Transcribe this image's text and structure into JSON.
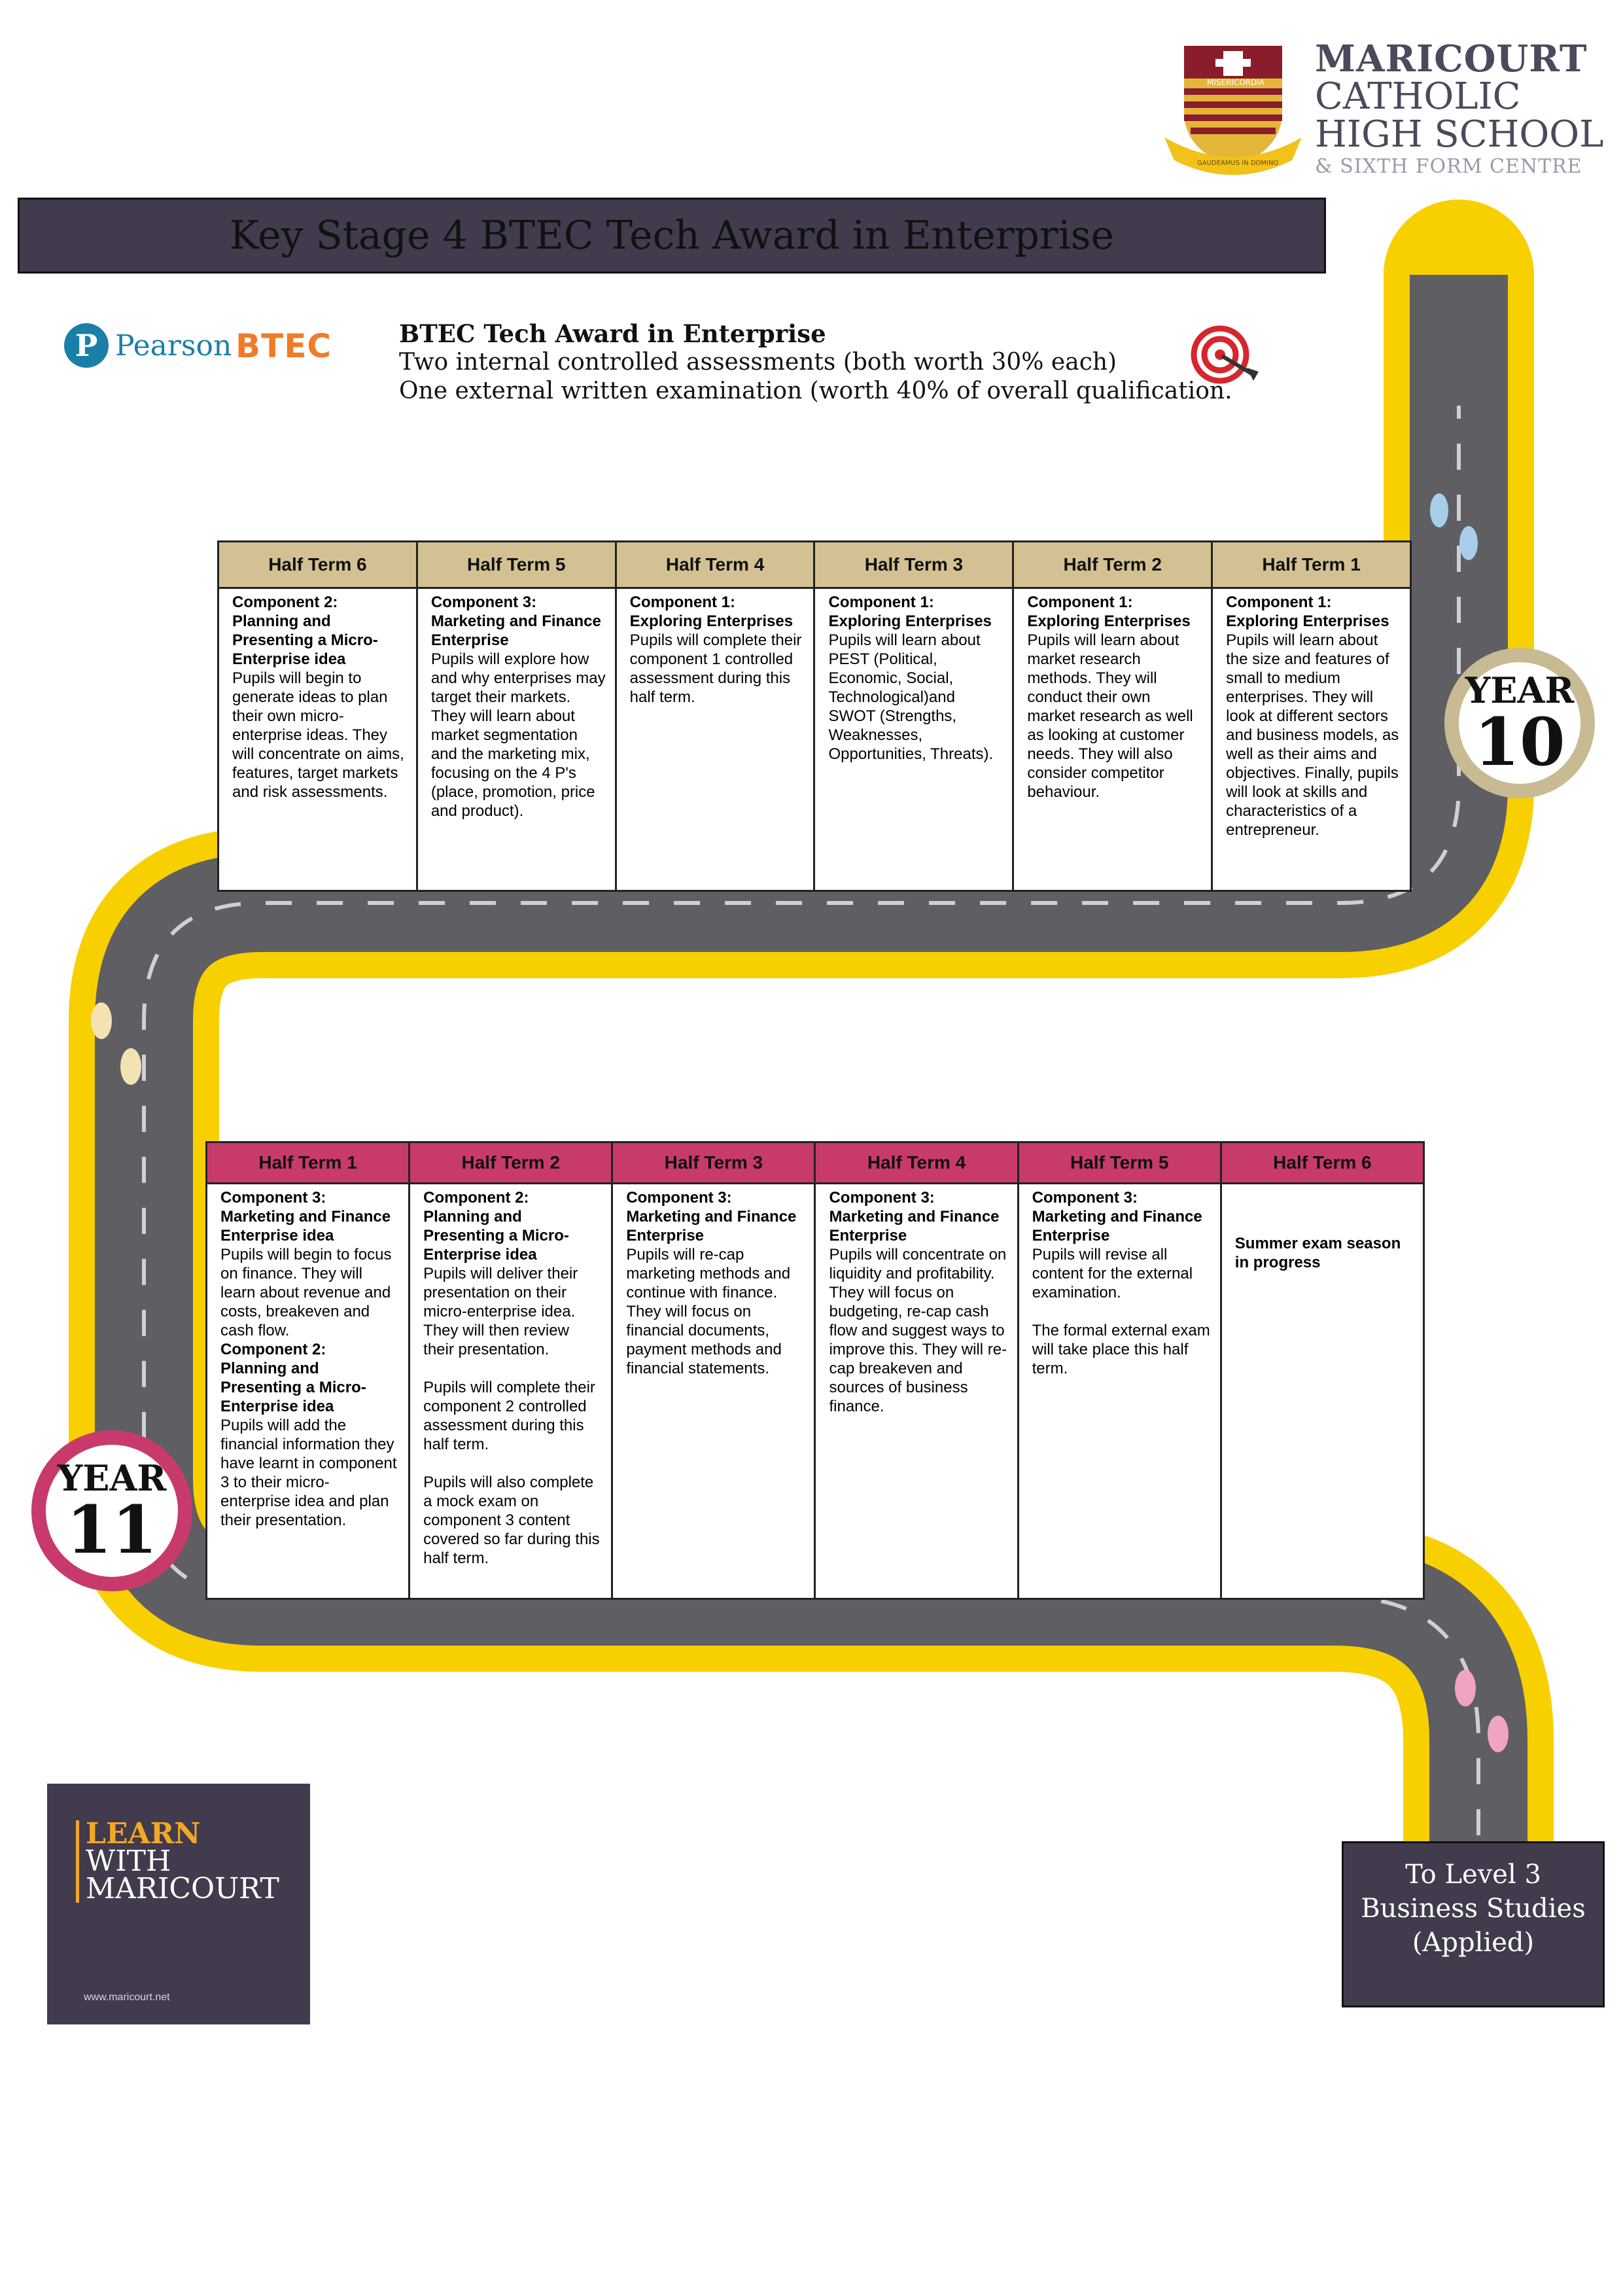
{
  "header": {
    "school_line1": "MARICOURT",
    "school_line2": "CATHOLIC",
    "school_line3": "HIGH SCHOOL",
    "school_line4": "& SIXTH FORM CENTRE",
    "crest_banner": "MISERICORDIA",
    "crest_motto": "GAUDEAMUS IN DOMINO"
  },
  "title": "Key Stage 4 BTEC Tech Award in Enterprise",
  "logos": {
    "pearson_mark": "P",
    "pearson": "Pearson",
    "btec": "BTEC"
  },
  "intro": {
    "heading": "BTEC Tech Award in Enterprise",
    "line1": "Two internal controlled assessments (both worth 30% each)",
    "line2": "One external written examination (worth 40% of overall qualification."
  },
  "year10": {
    "badge_label": "YEAR",
    "badge_number": "10",
    "terms": [
      {
        "header": "Half Term 6",
        "component": "Component 2:\nPlanning and Presenting a Micro-Enterprise idea",
        "text": "Pupils will begin to generate ideas to plan their own micro-enterprise ideas. They will concentrate on aims, features, target markets and risk assessments."
      },
      {
        "header": "Half Term 5",
        "component": "Component 3:\nMarketing and Finance Enterprise",
        "text": "Pupils will explore how and why enterprises may target their markets. They will learn about market segmentation and the marketing mix, focusing on the 4 P's (place, promotion, price and product)."
      },
      {
        "header": "Half Term 4",
        "component": "Component 1:\nExploring Enterprises",
        "text": "Pupils will complete their component 1 controlled assessment during this half term."
      },
      {
        "header": "Half Term 3",
        "component": "Component 1:\nExploring Enterprises",
        "text": "Pupils will learn about PEST (Political, Economic, Social, Technological)and SWOT (Strengths, Weaknesses, Opportunities, Threats)."
      },
      {
        "header": "Half Term 2",
        "component": "Component 1:\nExploring Enterprises",
        "text": "Pupils will learn about market research methods. They will conduct their own market research as well as looking at customer needs. They will also consider competitor behaviour."
      },
      {
        "header": "Half Term 1",
        "component": "Component 1:\nExploring Enterprises",
        "text": "Pupils will learn about the size and features of small to medium enterprises. They will look at different sectors and business models, as well as their aims and objectives. Finally, pupils will look at skills and characteristics of a entrepreneur."
      }
    ]
  },
  "year11": {
    "badge_label": "YEAR",
    "badge_number": "11",
    "terms": [
      {
        "header": "Half Term 1",
        "component": "Component 3:\nMarketing and Finance Enterprise idea",
        "text": "Pupils will begin to focus on finance. They will learn about revenue and costs, breakeven and cash flow.",
        "component2": "Component 2:\nPlanning and Presenting a Micro-Enterprise idea",
        "text2": "Pupils will add the financial information they have learnt in component 3 to their micro-enterprise idea and plan their presentation."
      },
      {
        "header": "Half Term 2",
        "component": "Component 2:\nPlanning and Presenting a Micro-Enterprise idea",
        "text": "Pupils will deliver their presentation on their micro-enterprise idea. They will then review their presentation.\n\nPupils will complete their component 2 controlled assessment during this half term.\n\nPupils will also complete a mock exam on component 3 content covered so far during this half term."
      },
      {
        "header": "Half Term 3",
        "component": "Component 3:\nMarketing and Finance Enterprise",
        "text": "Pupils will re-cap marketing methods and continue with finance. They will focus on financial documents, payment methods and financial statements."
      },
      {
        "header": "Half Term 4",
        "component": "Component 3:\nMarketing and Finance Enterprise",
        "text": "Pupils will concentrate on liquidity and profitability. They will focus on budgeting, re-cap cash flow and suggest ways to improve this. They will re-cap breakeven and sources of business finance."
      },
      {
        "header": "Half Term 5",
        "component": "Component 3:\nMarketing and Finance Enterprise",
        "text": "Pupils will revise all content for the external examination.\n\nThe formal external exam will take place this half term."
      },
      {
        "header": "Half Term 6",
        "component": "",
        "text": "",
        "bold_note": "Summer exam season in progress"
      }
    ]
  },
  "learn": {
    "line1": "LEARN",
    "line2": "WITH",
    "line3": "MARICOURT",
    "url": "www.maricourt.net"
  },
  "next_step": "To Level 3\nBusiness Studies\n(Applied)",
  "colors": {
    "dark_panel": "#423a4d",
    "road": "#5f5e63",
    "road_edge": "#f8d000",
    "year10_header": "#d3c193",
    "year11_header": "#c83a6c"
  }
}
